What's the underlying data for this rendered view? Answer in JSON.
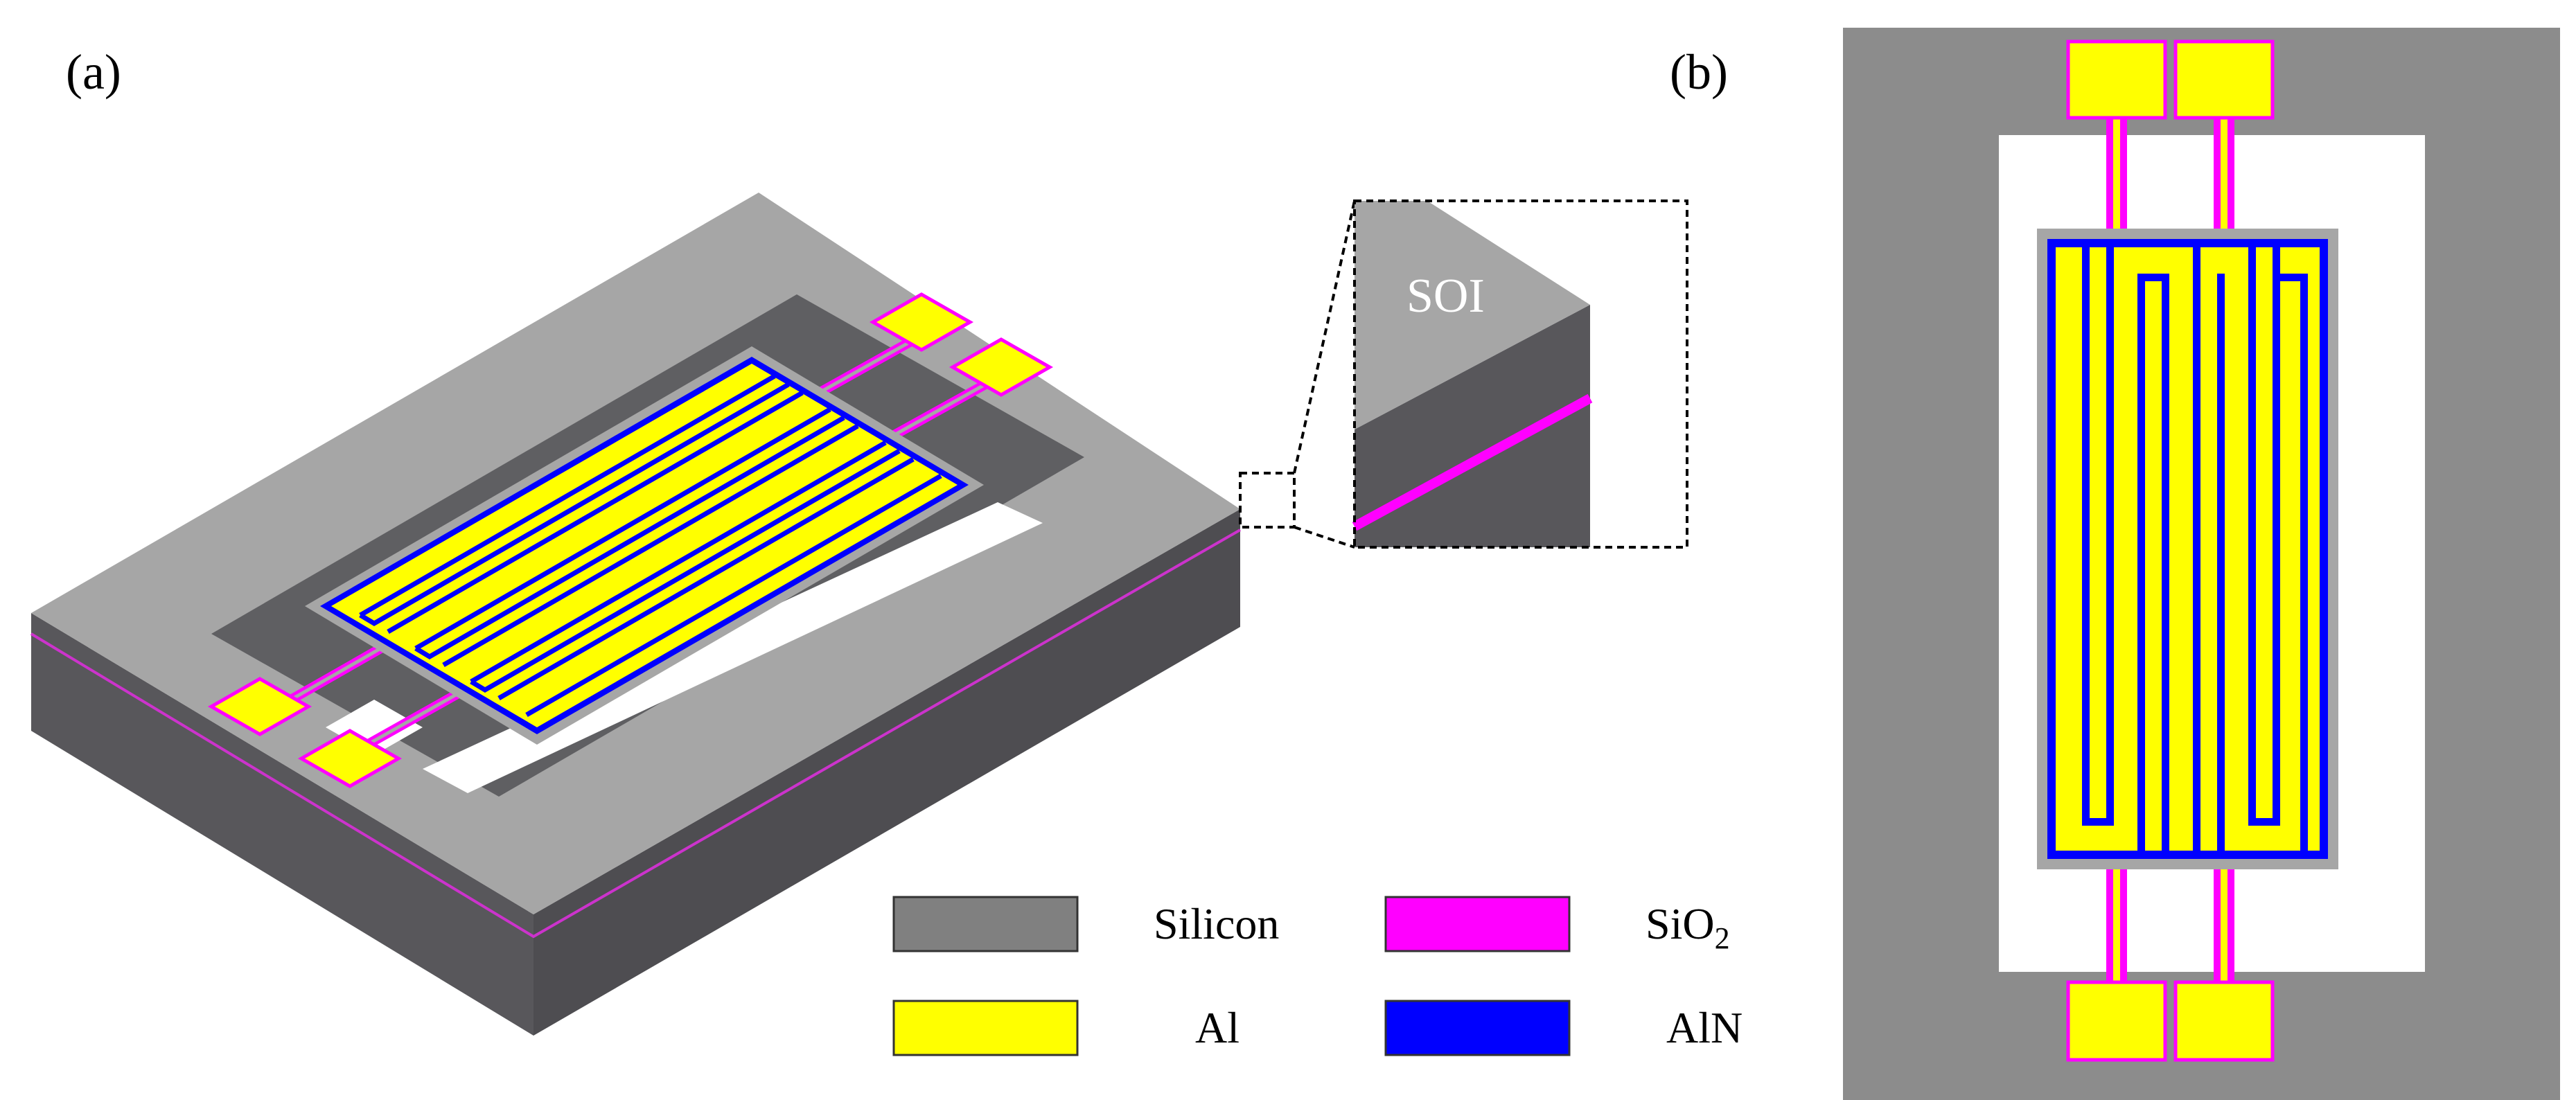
{
  "labels": {
    "panel_a": "(a)",
    "panel_b": "(b)",
    "soi": "SOI"
  },
  "legend": {
    "silicon": "Silicon",
    "sio2_main": "SiO",
    "sio2_sub": "2",
    "al": "Al",
    "aln": "AlN"
  },
  "colors": {
    "silicon_top": "#a6a6a6",
    "silicon_side": "#58575b",
    "silicon_dark": "#5f5f62",
    "silicon_legend": "#808080",
    "aluminum": "#ffff00",
    "aln": "#0000ff",
    "sio2": "#ff00ff",
    "cavity": "#ffffff",
    "panel_b_bg": "#8c8c8c"
  }
}
